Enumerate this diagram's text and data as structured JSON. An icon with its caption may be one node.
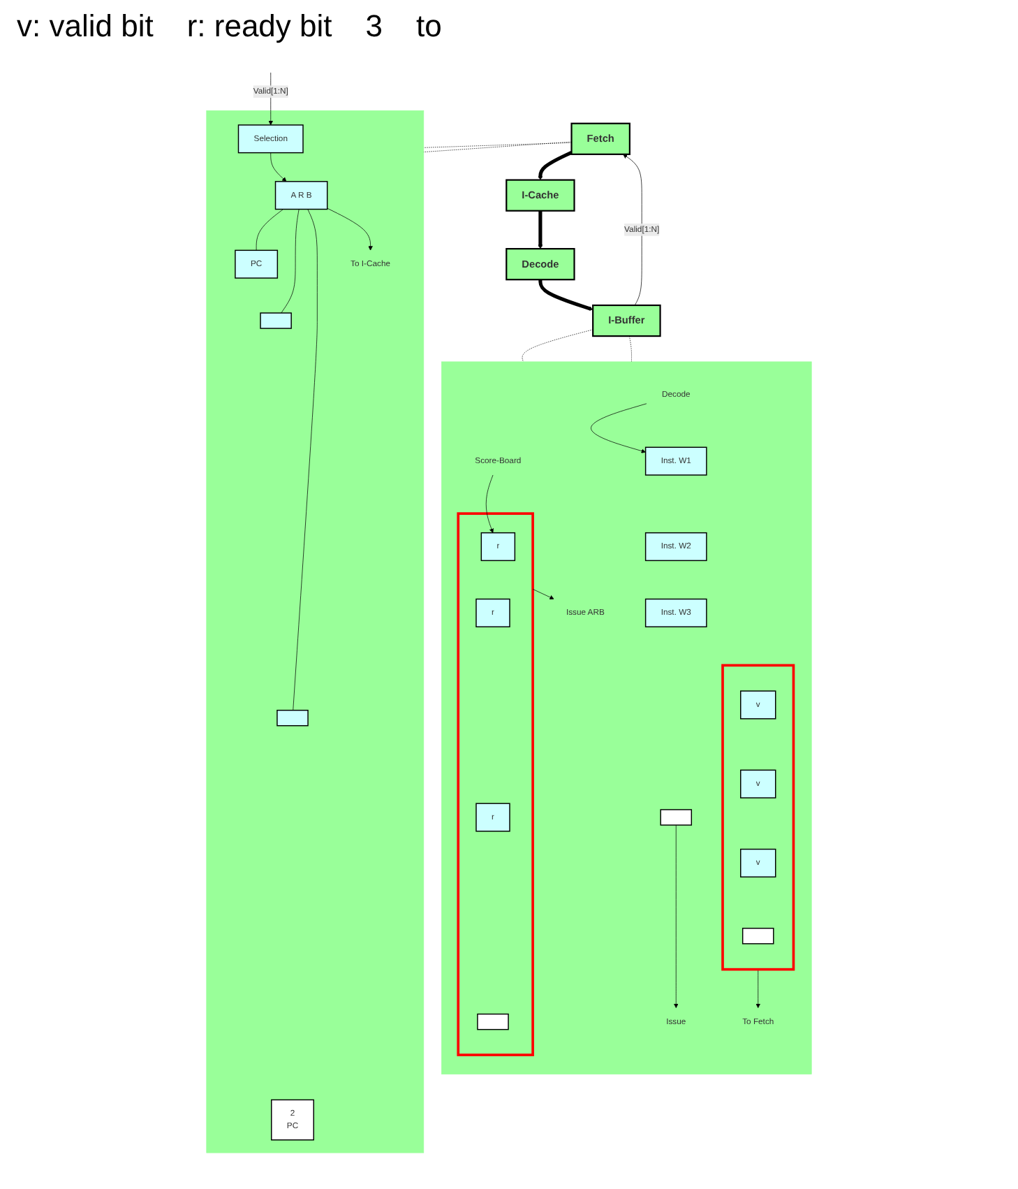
{
  "diagram": {
    "nodes": [
      {
        "text": [],
        "shape": "box"
      },
      {
        "text": [
          "A R B"
        ],
        "in": 0
      },
      {
        "text": [
          "PC"
        ],
        "in": 0
      },
      {
        "text": [],
        "shape": "box",
        "in": 0
      },
      {
        "text": [],
        "shape": "box",
        "in": 0
      },
      {
        "text": [
          "2",
          "PC"
        ],
        "in": 0
      },
      {
        "text": [
          "Selection"
        ],
        "in": 0
      },
      {
        "text": [
          "To I-Cache"
        ],
        "in": 0
      },
      {
        "text": [],
        "shape": "box"
      },
      {
        "text": [
          "Decode"
        ],
        "in": 8
      },
      {
        "text": [
          "Score-Board"
        ],
        "in": 8
      },
      {
        "text": [],
        "shape": "box",
        "in": 8
      },
      {
        "text": [
          "v"
        ],
        "in": 11
      },
      {
        "text": [
          "v"
        ],
        "in": 11
      },
      {
        "text": [
          "v"
        ],
        "in": 11
      },
      {
        "text": [],
        "shape": "box",
        "in": 11
      },
      {
        "text": [
          "Inst. W1"
        ],
        "in": 8
      },
      {
        "text": [
          "Inst. W2"
        ],
        "in": 8
      },
      {
        "text": [
          "Inst. W3"
        ],
        "in": 8
      },
      {
        "text": [],
        "shape": "box",
        "in": 8
      },
      {
        "text": [],
        "shape": "box",
        "in": 8
      },
      {
        "text": [
          "r"
        ],
        "in": 20
      },
      {
        "text": [
          "r"
        ],
        "in": 20
      },
      {
        "text": [
          "r"
        ],
        "in": 20
      },
      {
        "text": [],
        "shape": "box",
        "in": 20
      },
      {
        "text": [
          "To Fetch"
        ],
        "in": 8
      },
      {
        "text": [
          "Issue"
        ],
        "in": 8
      },
      {
        "text": [
          "Issue ARB"
        ],
        "in": 8
      },
      {
        "text": [
          "Fetch"
        ]
      },
      {
        "text": [
          "I-Cache"
        ]
      },
      {
        "text": [
          "Decode"
        ]
      },
      {
        "text": [
          "I-Buffer"
        ]
      }
    ],
    "edges": [
      {
        "from": 1,
        "to": 2,
        "arrow": "none"
      },
      {
        "from": 1,
        "to": 3,
        "arrow": "none"
      },
      {
        "from": 1,
        "to": 4,
        "arrow": "none"
      },
      {
        "from": 6,
        "to": 1,
        "arrow": "to"
      },
      {
        "from": 1,
        "to": 7,
        "arrow": "to"
      },
      {
        "from": null,
        "to": 6,
        "arrow": "to",
        "label": "Valid[1:N]"
      },
      {
        "from": 9,
        "to": 16,
        "arrow": "to"
      },
      {
        "from": 10,
        "to": 21,
        "arrow": "to"
      },
      {
        "from": 11,
        "to": 25,
        "arrow": "to"
      },
      {
        "from": 19,
        "to": 26,
        "arrow": "to"
      },
      {
        "from": 20,
        "to": 27,
        "arrow": "to"
      },
      {
        "from": 28,
        "to": 0,
        "arrow": "none",
        "style": "dashed"
      },
      {
        "from": 28,
        "to": 0,
        "arrow": "none",
        "style": "dashed"
      },
      {
        "from": 31,
        "to": 8,
        "arrow": "none",
        "style": "dashed"
      },
      {
        "from": 31,
        "to": 8,
        "arrow": "none",
        "style": "dashed"
      },
      {
        "from": 28,
        "to": 29,
        "arrow": "to",
        "style": "thick"
      },
      {
        "from": 29,
        "to": 30,
        "arrow": "to",
        "style": "thick"
      },
      {
        "from": 30,
        "to": 31,
        "arrow": "to",
        "style": "thick"
      },
      {
        "from": 31,
        "to": 28,
        "arrow": "to",
        "label": "Valid[1:N]"
      }
    ],
    "labels": [
      "v: valid bit",
      "r: ready bit",
      "3",
      "to"
    ]
  }
}
